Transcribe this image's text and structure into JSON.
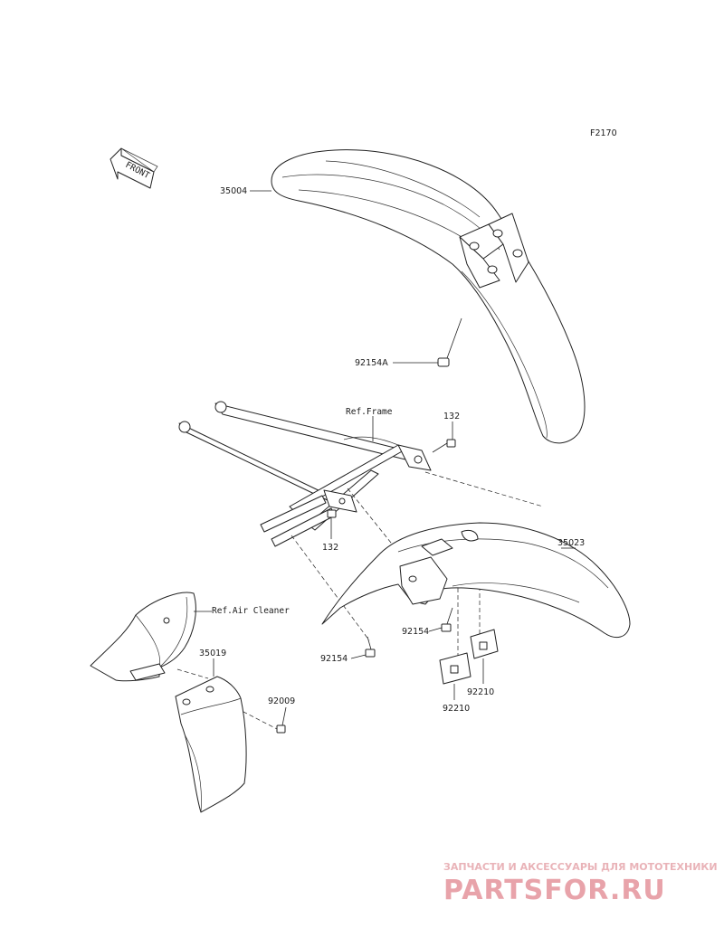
{
  "figure_code": "F2170",
  "front_arrow": {
    "label": "FRONT"
  },
  "references": {
    "frame": "Ref.Frame",
    "air_cleaner": "Ref.Air Cleaner"
  },
  "parts": {
    "front_fender": "35004",
    "front_fender_bolt": "92154A",
    "rear_fender": "35023",
    "flap": "35019",
    "bolt_upper": "132",
    "bolt_lower": "132",
    "rear_fender_bolt_left": "92154",
    "rear_fender_bolt_right": "92154",
    "flap_screw": "92009",
    "nut_left": "92210",
    "nut_right": "92210"
  },
  "watermark": {
    "tagline": "ЗАПЧАСТИ И АКСЕССУАРЫ ДЛЯ МОТОТЕХНИКИ",
    "brand": "PARTSFOR.RU"
  },
  "colors": {
    "line": "#222222",
    "watermark": "#e8a3aa"
  }
}
